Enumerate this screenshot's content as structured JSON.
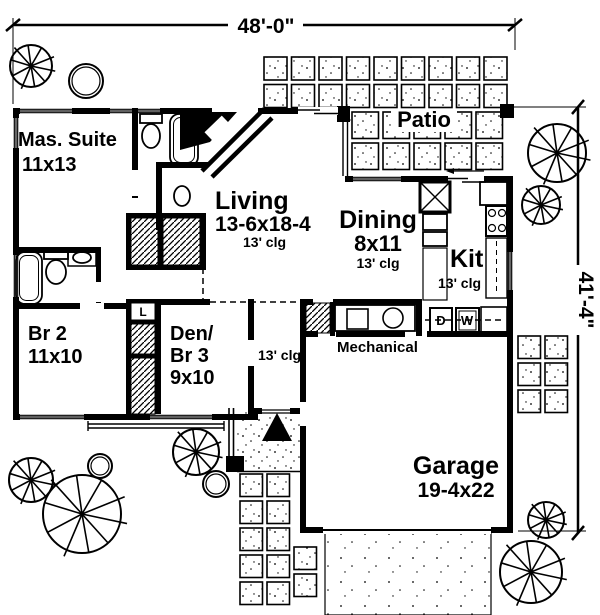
{
  "plan": {
    "dim_width": "48'-0\"",
    "dim_height": "41'-4\"",
    "rooms": {
      "master": {
        "name": "Mas. Suite",
        "size": "11x13"
      },
      "living": {
        "name": "Living",
        "size": "13-6x18-4",
        "clg": "13' clg"
      },
      "dining": {
        "name": "Dining",
        "size": "8x11",
        "clg": "13' clg"
      },
      "kit": {
        "name": "Kit",
        "clg": "13' clg"
      },
      "patio": {
        "name": "Patio"
      },
      "br2": {
        "name": "Br 2",
        "size": "11x10"
      },
      "den": {
        "line1": "Den/",
        "line2": "Br 3",
        "size": "9x10"
      },
      "foyer": {
        "clg": "13' clg"
      },
      "mechanical": {
        "name": "Mechanical"
      },
      "garage": {
        "name": "Garage",
        "size": "19-4x22"
      }
    },
    "fixtures": {
      "dryer": "D",
      "washer": "W",
      "linen": "L"
    },
    "colors": {
      "ink": "#000000",
      "paper": "#ffffff"
    }
  }
}
